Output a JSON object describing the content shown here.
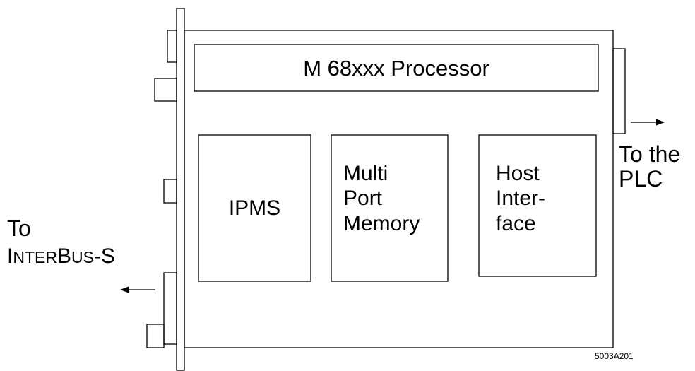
{
  "processor": {
    "label": "M 68xxx Processor"
  },
  "blocks": {
    "ipms": {
      "label": "IPMS"
    },
    "memory": {
      "line1": "Multi",
      "line2": "Port",
      "line3": "Memory"
    },
    "host": {
      "line1": "Host",
      "line2": "Inter-",
      "line3": "face"
    }
  },
  "right_label": {
    "line1": "To the",
    "line2": "PLC"
  },
  "left_label": {
    "line1": "To",
    "line2_parts": [
      "I",
      "NTER",
      "B",
      "US",
      "-S"
    ]
  },
  "figure_id": "5003A201"
}
